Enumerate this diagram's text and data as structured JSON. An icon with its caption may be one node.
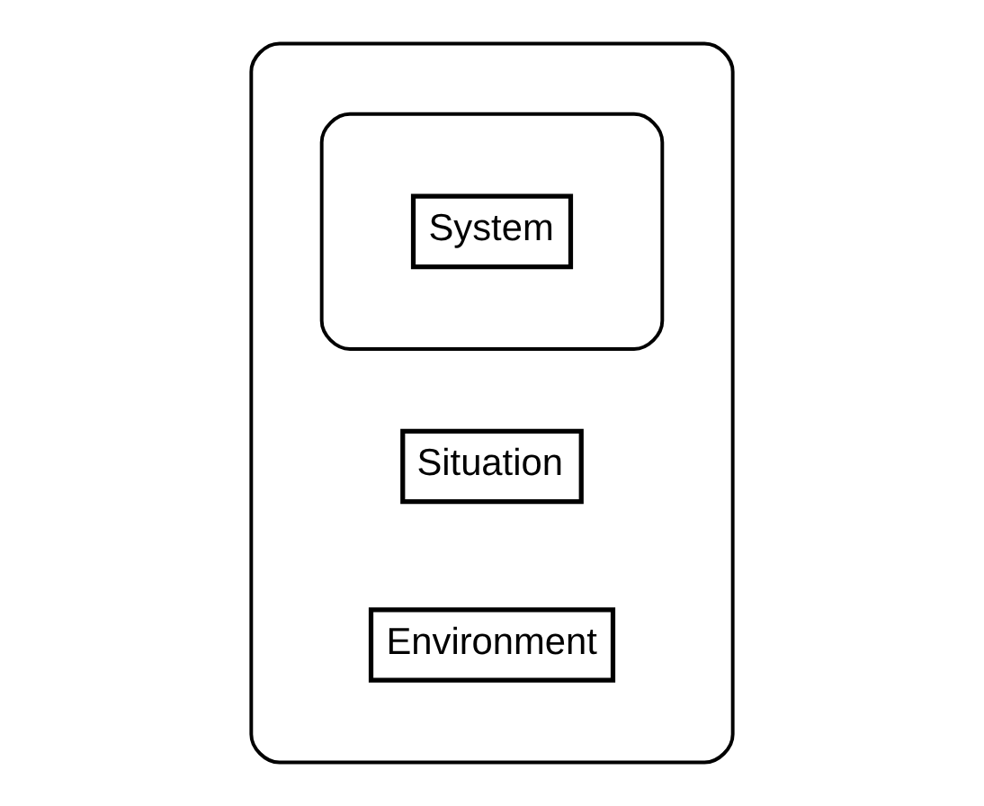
{
  "diagram": {
    "nodes": [
      {
        "text": [],
        "shape": "ellipse"
      },
      {
        "text": [],
        "shape": "ellipse",
        "in": 0
      },
      {
        "text": [
          "System"
        ],
        "in": 1
      },
      {
        "text": [
          "Situation"
        ],
        "in": 0
      },
      {
        "text": [
          "Environment"
        ],
        "in": 0
      }
    ],
    "edges": []
  }
}
